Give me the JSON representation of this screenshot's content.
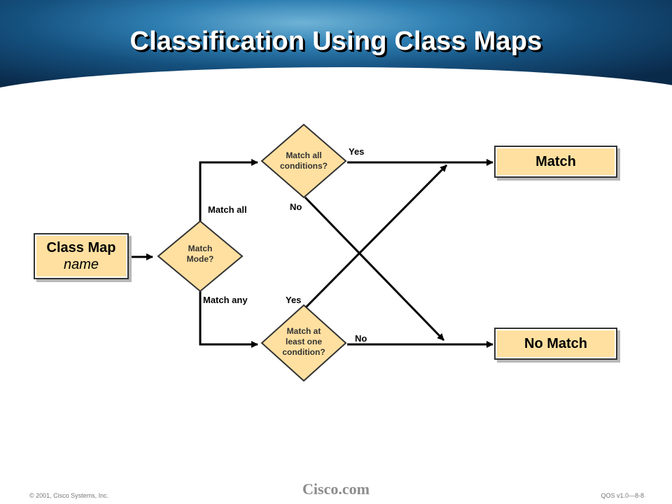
{
  "slide": {
    "title": "Classification Using Class Maps"
  },
  "nodes": {
    "class_map_title": "Class Map",
    "class_map_subtitle": "name",
    "match_mode_line1": "Match",
    "match_mode_line2": "Mode?",
    "match_all_line1": "Match all",
    "match_all_line2": "conditions?",
    "match_atleast_line1": "Match at",
    "match_atleast_line2": "least one",
    "match_atleast_line3": "condition?",
    "match": "Match",
    "no_match": "No Match"
  },
  "edge_labels": {
    "match_all": "Match all",
    "match_any": "Match any",
    "yes_top": "Yes",
    "no_top": "No",
    "yes_bottom": "Yes",
    "no_bottom": "No"
  },
  "colors": {
    "node_fill": "#ffe0a0",
    "line": "#000000",
    "banner_dark": "#0a2a4a",
    "banner_light": "#6fb3d6"
  },
  "footer": {
    "copyright": "© 2001, Cisco Systems, Inc.",
    "logo": "Cisco.com",
    "course": "QOS v1.0—8-8"
  }
}
